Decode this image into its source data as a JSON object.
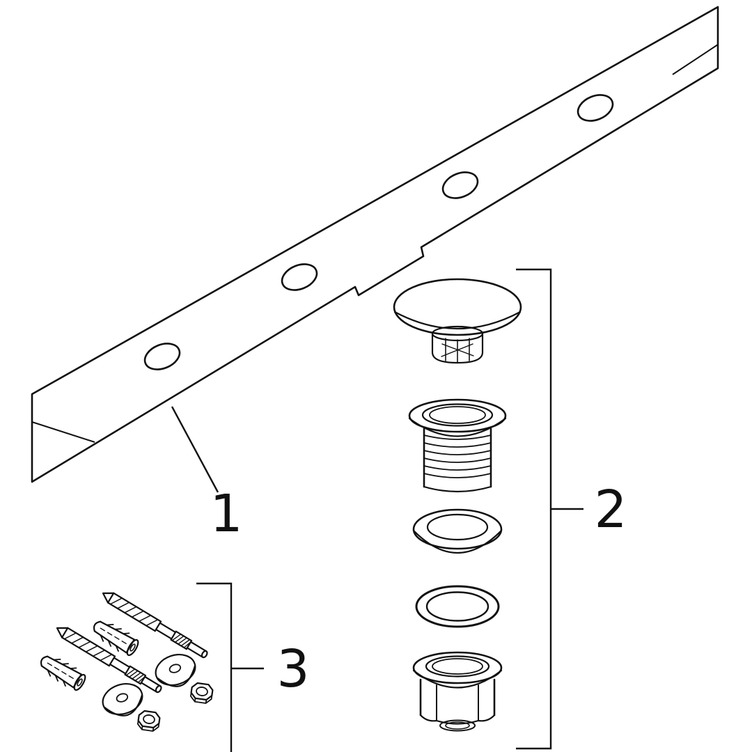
{
  "diagram": {
    "background": "#ffffff",
    "line_color": "#111111",
    "callouts": [
      {
        "label": "1",
        "part": "wall-mounting-rail"
      },
      {
        "label": "2",
        "part": "drain-valve-exploded-set"
      },
      {
        "label": "3",
        "part": "fixing-set-screws-anchors-washers-nuts"
      }
    ]
  }
}
